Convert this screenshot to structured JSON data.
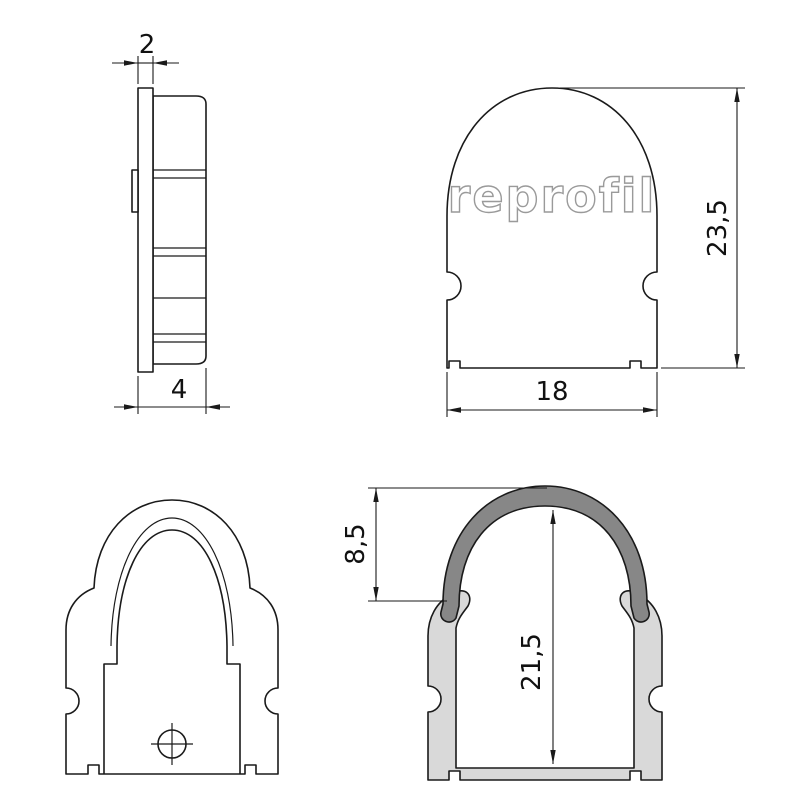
{
  "drawing": {
    "brand_logo": "reprofil",
    "colors": {
      "cover_gray": "#878787",
      "aluminum_gray": "#d9d9d9",
      "logo_gray": "#9a9a9a"
    },
    "dimensions": {
      "side_front_thickness": "2",
      "side_total_depth": "4",
      "front_height": "23,5",
      "front_width": "18",
      "section_cover_height": "8,5",
      "section_inner_height": "21,5"
    }
  }
}
